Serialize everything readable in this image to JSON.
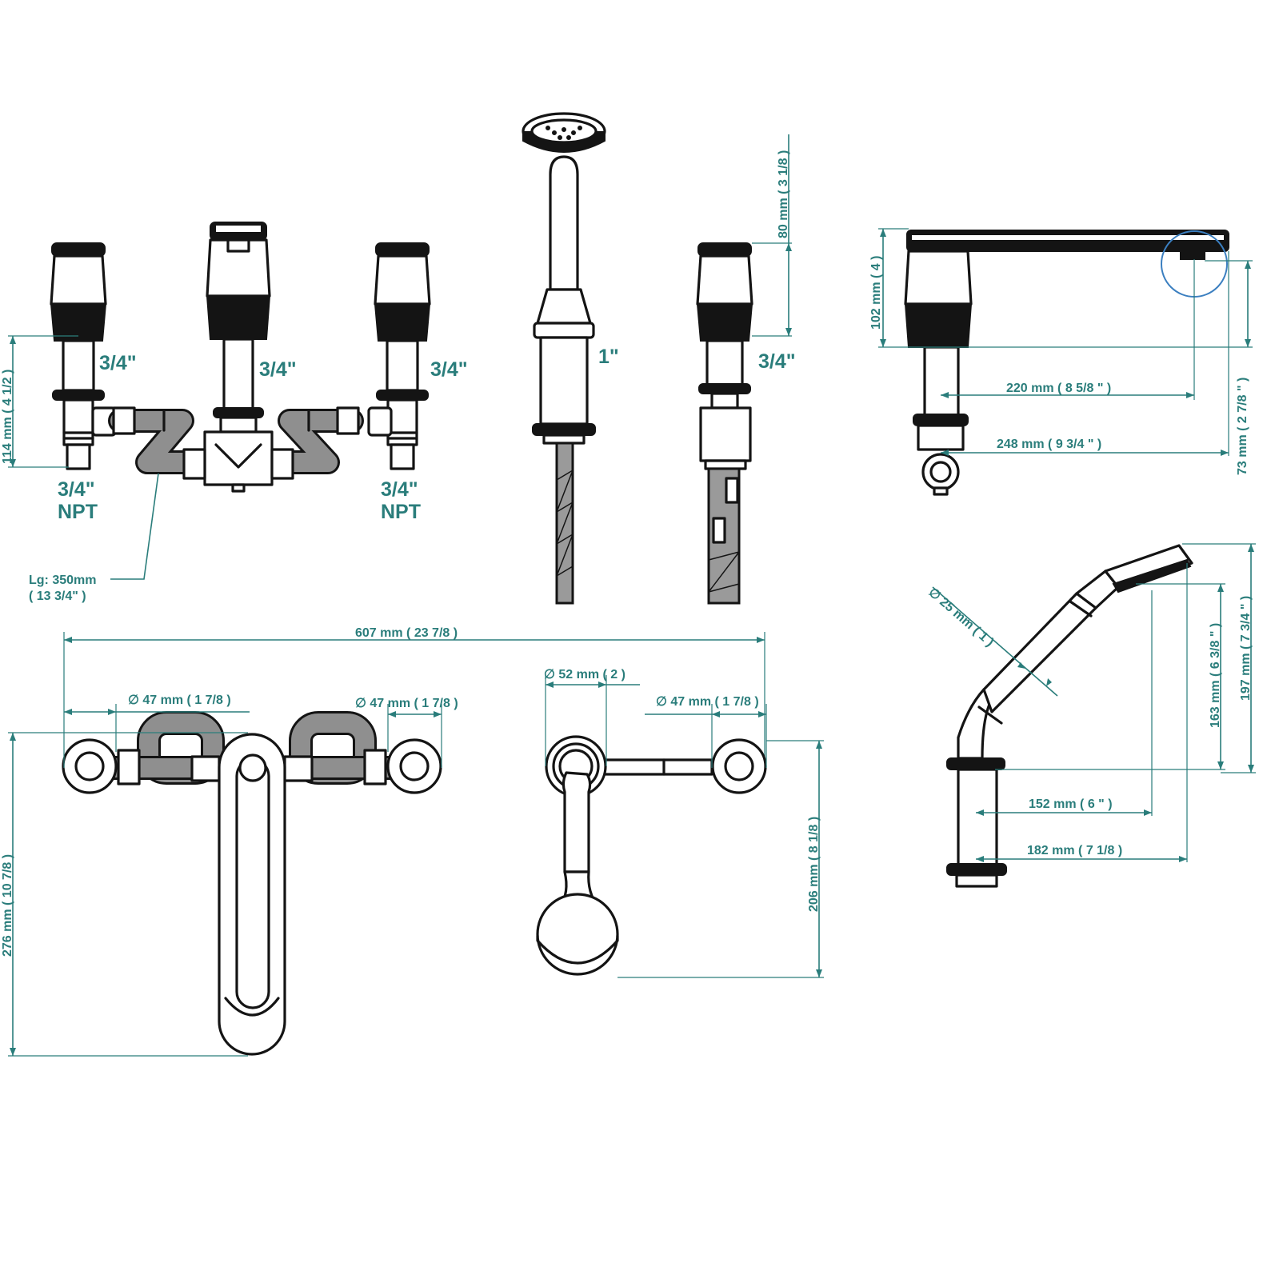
{
  "labels": {
    "conn_left": "3/4\"",
    "conn_center": "3/4\"",
    "conn_right": "3/4\"",
    "npt_left_size": "3/4\"",
    "npt_left_type": "NPT",
    "npt_right_size": "3/4\"",
    "npt_right_type": "NPT",
    "conn_shower": "1\"",
    "conn_valve": "3/4\"",
    "pipe_length": "Lg: 350mm",
    "pipe_length_in": "( 13 3/4\" )"
  },
  "dimensions": {
    "h114": "114 mm ( 4 1/2 )",
    "h80": "80 mm ( 3 1/8 )",
    "h102": "102 mm ( 4 )",
    "h73": "73 mm ( 2 7/8 \" )",
    "w220": "220 mm ( 8 5/8 \" )",
    "w248": "248 mm ( 9 3/4 \" )",
    "w607": "607 mm ( 23 7/8 )",
    "d47a": "∅ 47 mm ( 1 7/8 )",
    "d47b": "∅ 47 mm ( 1 7/8 )",
    "d52": "∅ 52 mm ( 2 )",
    "d47c": "∅ 47 mm ( 1 7/8 )",
    "h276": "276 mm ( 10 7/8 )",
    "h206": "206 mm ( 8 1/8 )",
    "d25": "∅ 25 mm ( 1 )",
    "h163": "163 mm ( 6 3/8 \" )",
    "h197": "197 mm ( 7 3/4 \" )",
    "w152": "152 mm ( 6 \" )",
    "w182": "182 mm ( 7 1/8 )"
  },
  "colors": {
    "dimension": "#2a7d7b",
    "line": "#141414",
    "pipe_fill": "#8f8f8f",
    "highlight_ring": "#3b7fc0"
  }
}
